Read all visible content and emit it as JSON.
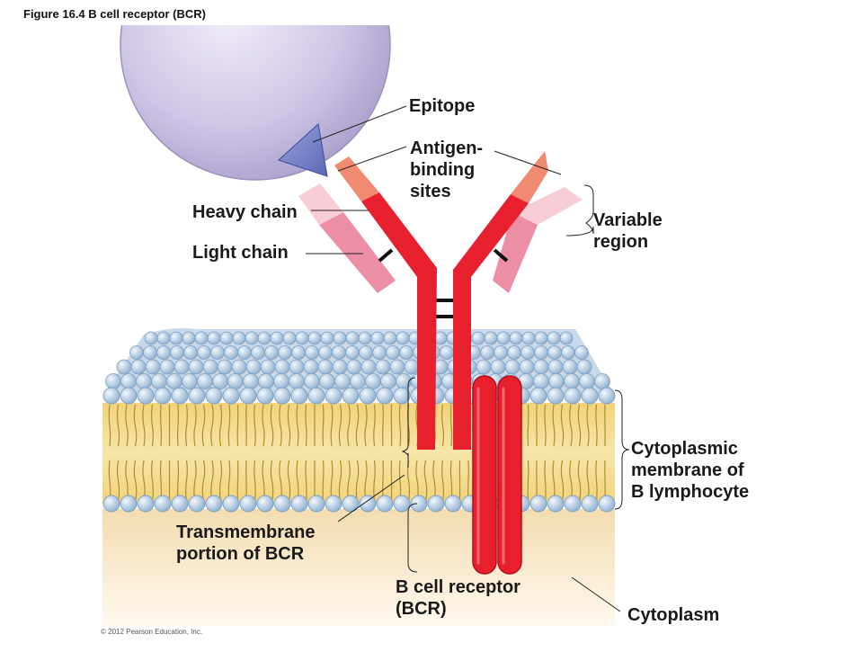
{
  "figure_title": "Figure 16.4 B cell receptor (BCR)",
  "copyright": "© 2012 Pearson Education, Inc.",
  "labels": {
    "epitope": "Epitope",
    "antigen_binding_1": "Antigen-",
    "antigen_binding_2": "binding",
    "antigen_binding_3": "sites",
    "heavy_chain": "Heavy chain",
    "light_chain": "Light chain",
    "variable_1": "Variable",
    "variable_2": "region",
    "membrane_1": "Cytoplasmic",
    "membrane_2": "membrane of",
    "membrane_3": "B lymphocyte",
    "transmembrane_1": "Transmembrane",
    "transmembrane_2": "portion of BCR",
    "bcr_1": "B cell receptor",
    "bcr_2": "(BCR)",
    "cytoplasm": "Cytoplasm"
  },
  "colors": {
    "heavy_chain": "#e8202e",
    "light_chain": "#ec8fa6",
    "variable_heavy": "#f08a70",
    "variable_light": "#f9cdd6",
    "antigen": "#c4bbe0",
    "epitope": "#7c88cc",
    "lipid_heads": "#a9c5e0",
    "lipid_tails": "#f2d884",
    "cytoplasm": "#f5e2bd"
  }
}
